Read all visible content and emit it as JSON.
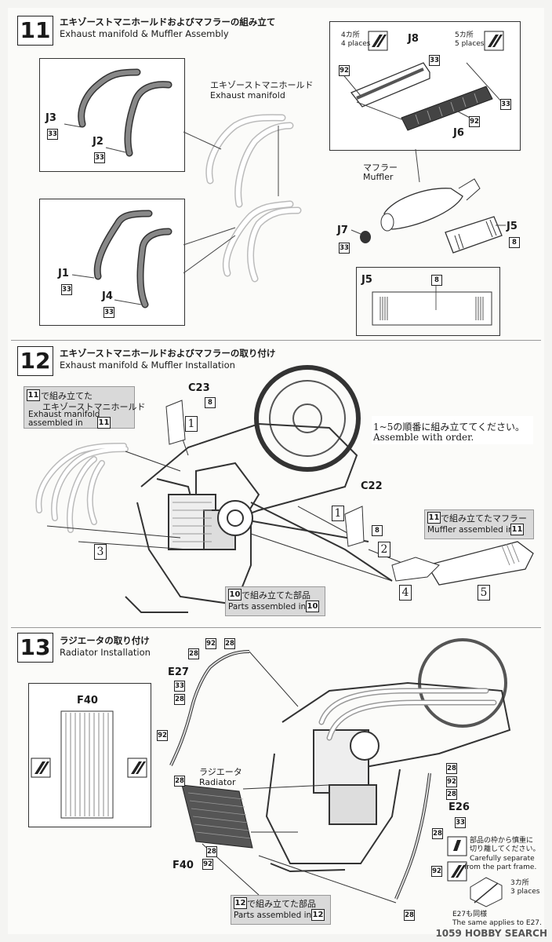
{
  "steps": [
    {
      "number": "11",
      "title_jp": "エキゾーストマニホールドおよびマフラーの組み立て",
      "title_en": "Exhaust manifold & Muffler Assembly"
    },
    {
      "number": "12",
      "title_jp": "エキゾーストマニホールドおよびマフラーの取り付け",
      "title_en": "Exhaust manifold & Muffler Installation"
    },
    {
      "number": "13",
      "title_jp": "ラジエータの取り付け",
      "title_en": "Radiator Installation"
    }
  ],
  "step11": {
    "manifold_jp": "エキゾーストマニホールド",
    "manifold_en": "Exhaust manifold",
    "muffler_jp": "マフラー",
    "muffler_en": "Muffler",
    "parts": {
      "j1": "J1",
      "j2": "J2",
      "j3": "J3",
      "j4": "J4",
      "j5": "J5",
      "j5b": "J5",
      "j6": "J6",
      "j7": "J7",
      "j8": "J8"
    },
    "refs": {
      "r33a": "33",
      "r33b": "33",
      "r33c": "33",
      "r33d": "33",
      "r33e": "33",
      "r33f": "33",
      "r33g": "33",
      "r92a": "92",
      "r92b": "92",
      "r8a": "8",
      "r8b": "8"
    },
    "places4_jp": "4カ所",
    "places4_en": "4 places",
    "places5_jp": "5カ所",
    "places5_en": "5 places"
  },
  "step12": {
    "c23": "C23",
    "c22": "C22",
    "r8a": "8",
    "r8b": "8",
    "order_jp": "1~5の順番に組み立ててください。",
    "order_en": "Assemble with order.",
    "manifold_note_num": "11",
    "manifold_note_jp": "で組み立てた",
    "manifold_note_jp2": "エキゾーストマニホールド",
    "manifold_note_en": "Exhaust manifold",
    "manifold_note_en2": "assembled in",
    "manifold_note_num2": "11",
    "muffler_note_num": "11",
    "muffler_note_jp": "で組み立てたマフラー",
    "muffler_note_en": "Muffler assembled in",
    "muffler_note_num2": "11",
    "parts_note_num": "10",
    "parts_note_jp": "で組み立てた部品",
    "parts_note_en": "Parts assembled in",
    "parts_note_num2": "10",
    "orders": {
      "o1a": "1",
      "o1b": "1",
      "o2": "2",
      "o3": "3",
      "o4": "4",
      "o5": "5"
    }
  },
  "step13": {
    "f40": "F40",
    "f40b": "F40",
    "e27": "E27",
    "e26": "E26",
    "radiator_jp": "ラジエータ",
    "radiator_en": "Radiator",
    "refs": {
      "a": "92",
      "b": "28",
      "c": "28",
      "d": "33",
      "e": "28",
      "f": "92",
      "g": "28",
      "h": "92",
      "i": "28",
      "j": "92",
      "k": "33",
      "l": "28",
      "m": "92",
      "n": "28"
    },
    "parts_note_num": "12",
    "parts_note_jp": "で組み立てた部品",
    "parts_note_en": "Parts assembled in",
    "parts_note_num2": "12",
    "careful_jp1": "部品の枠から慎重に",
    "careful_jp2": "切り離してください。",
    "careful_en1": "Carefully separate",
    "careful_en2": "from the part frame.",
    "places3_jp": "3カ所",
    "places3_en": "3 places",
    "same_jp": "E27も同様",
    "same_en": "The same applies to E27."
  },
  "watermark": "1059 HOBBY SEARCH"
}
